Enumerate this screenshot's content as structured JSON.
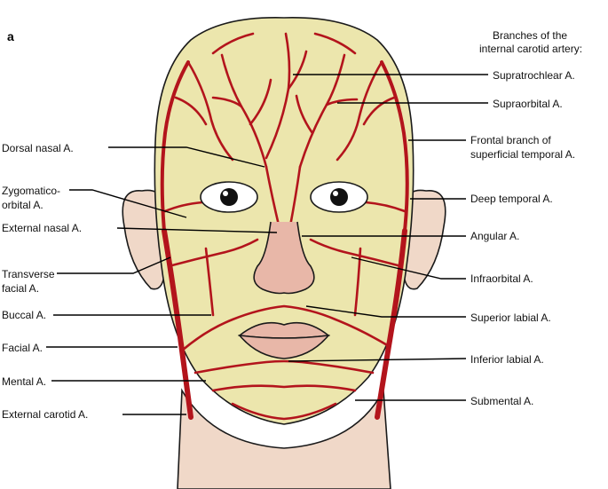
{
  "panel_label": "a",
  "header": {
    "line1": "Branches of the",
    "line2": "internal carotid artery:"
  },
  "left_labels": {
    "dorsal_nasal": "Dorsal nasal A.",
    "zygomatico_1": "Zygomatico-",
    "zygomatico_2": "orbital A.",
    "external_nasal": "External nasal A.",
    "transverse_facial_1": "Transverse",
    "transverse_facial_2": "facial A.",
    "buccal": "Buccal A.",
    "facial": "Facial A.",
    "mental": "Mental A.",
    "external_carotid": "External carotid A."
  },
  "right_labels": {
    "supratrochlear": "Supratrochlear A.",
    "supraorbital": "Supraorbital A.",
    "frontal_branch_1": "Frontal branch of",
    "frontal_branch_2": "superficial temporal A.",
    "deep_temporal": "Deep temporal A.",
    "angular": "Angular A.",
    "infraorbital": "Infraorbital A.",
    "superior_labial": "Superior labial A.",
    "inferior_labial": "Inferior labial A.",
    "submental": "Submental A."
  },
  "colors": {
    "skin": "#ece6ad",
    "neck_skin": "#f0d8c8",
    "artery": "#b3141c",
    "nose_lips": "#e8b7a8"
  }
}
